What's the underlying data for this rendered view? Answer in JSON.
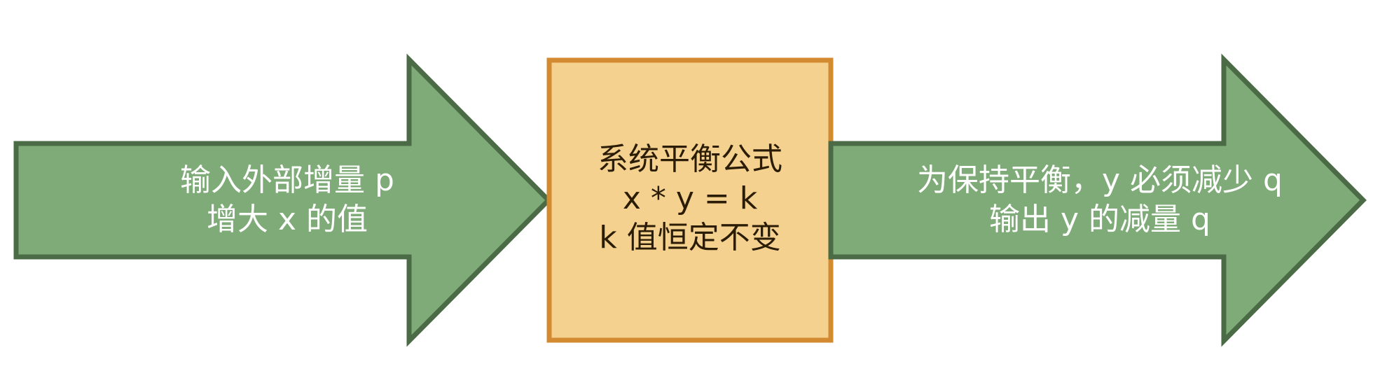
{
  "diagram": {
    "colors": {
      "arrow_fill": "#7eab77",
      "arrow_stroke": "#4a6b45",
      "box_fill": "#f5d190",
      "box_stroke": "#d38b32",
      "arrow_text": "#ffffff",
      "box_text": "#2b1d05"
    },
    "input_arrow": {
      "line1": "输入外部增量 p",
      "line2": "增大 x 的值"
    },
    "system_box": {
      "line1": "系统平衡公式",
      "line2": "x * y = k",
      "line3": "k 值恒定不变"
    },
    "output_arrow": {
      "line1": "为保持平衡，y 必须减少 q",
      "line2": "输出 y 的减量 q"
    }
  }
}
